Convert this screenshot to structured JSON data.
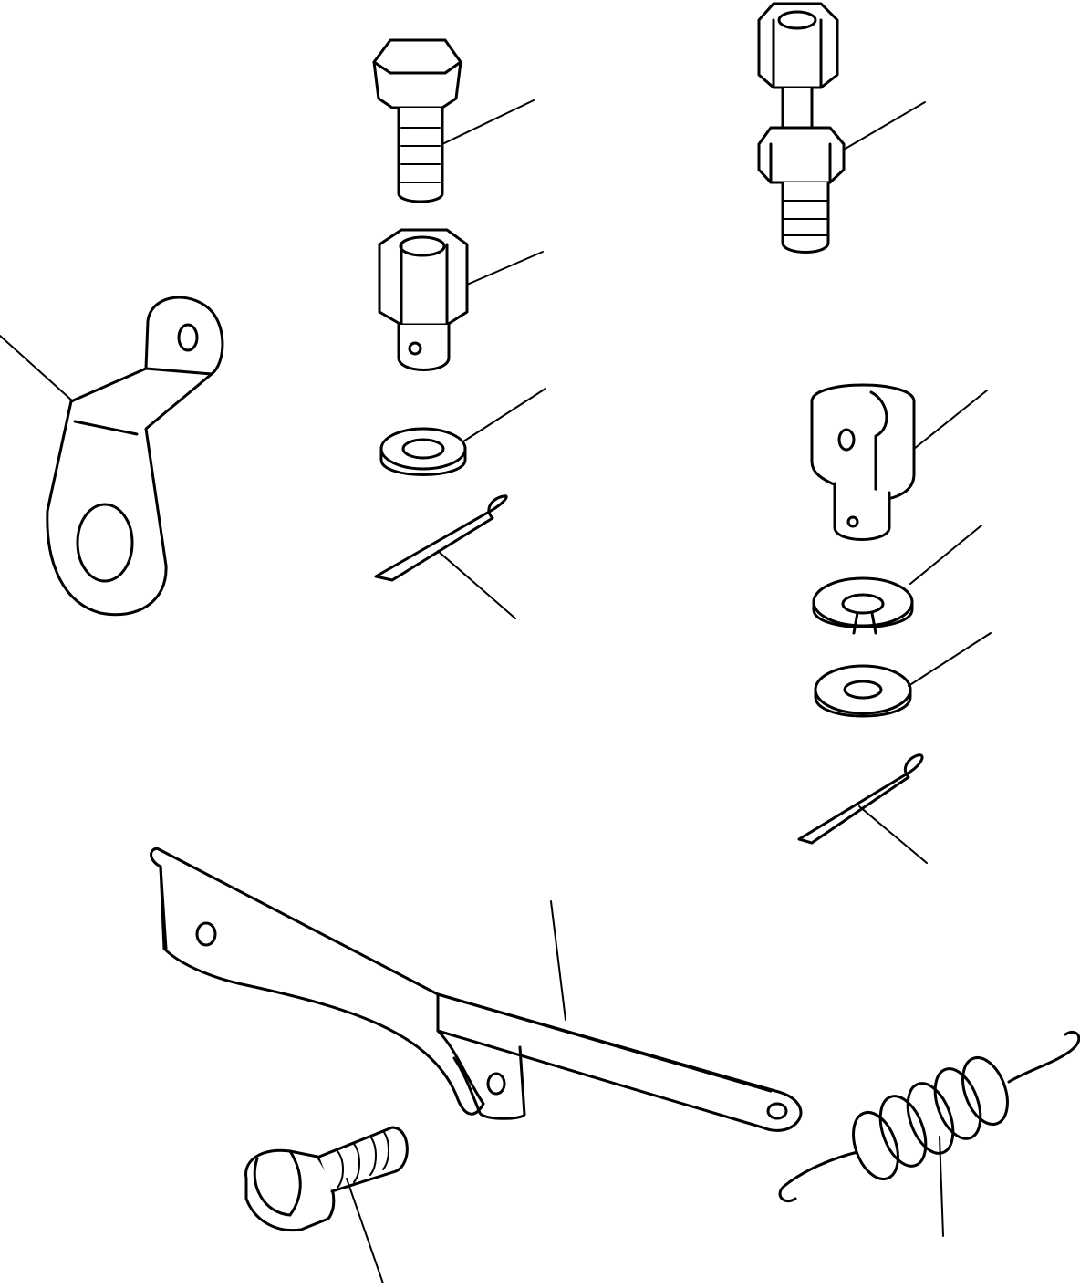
{
  "diagram": {
    "parts": [
      {
        "name": "bracket"
      },
      {
        "name": "hex-bolt-top"
      },
      {
        "name": "hex-socket-joint"
      },
      {
        "name": "flat-washer-left"
      },
      {
        "name": "cotter-pin-left"
      },
      {
        "name": "adjuster-bolt-with-nut"
      },
      {
        "name": "clevis-joint"
      },
      {
        "name": "spring-washer"
      },
      {
        "name": "flat-washer-right"
      },
      {
        "name": "cotter-pin-right"
      },
      {
        "name": "lever"
      },
      {
        "name": "hex-bolt-bottom"
      },
      {
        "name": "tension-spring"
      }
    ],
    "colors": {
      "ink": "#000000",
      "paper": "#ffffff"
    }
  }
}
